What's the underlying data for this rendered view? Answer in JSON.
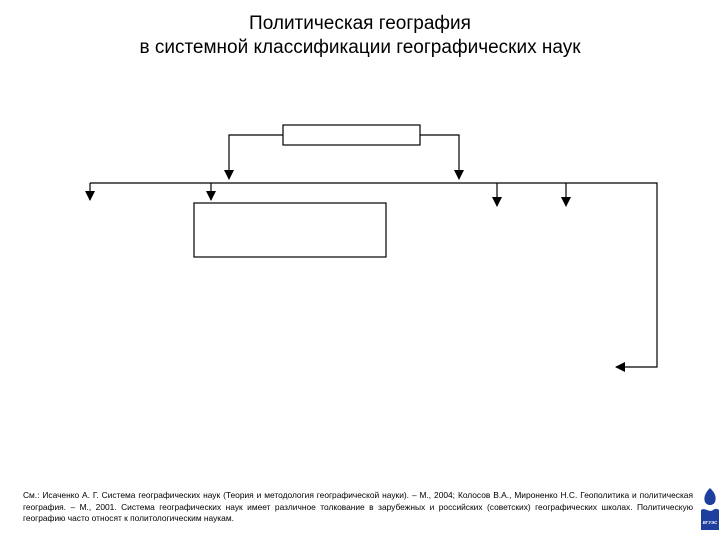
{
  "title": {
    "line1": "Политическая география",
    "line2": "в системной классификации географических наук"
  },
  "footnote": "См.: Исаченко А. Г. Система географических наук (Теория и методология географической науки). – М., 2004; Колосов В.А., Мироненко Н.С. Геополитика и политическая география. – М., 2001. Система географических наук имеет различное толкование в зарубежных и российских (советских) географических школах. Политическую географию часто относят к политологическим наукам.",
  "logo": {
    "text": "ВГУЭС",
    "color": "#1f3f9f"
  },
  "colors": {
    "stroke": "#000000",
    "background": "#ffffff"
  }
}
